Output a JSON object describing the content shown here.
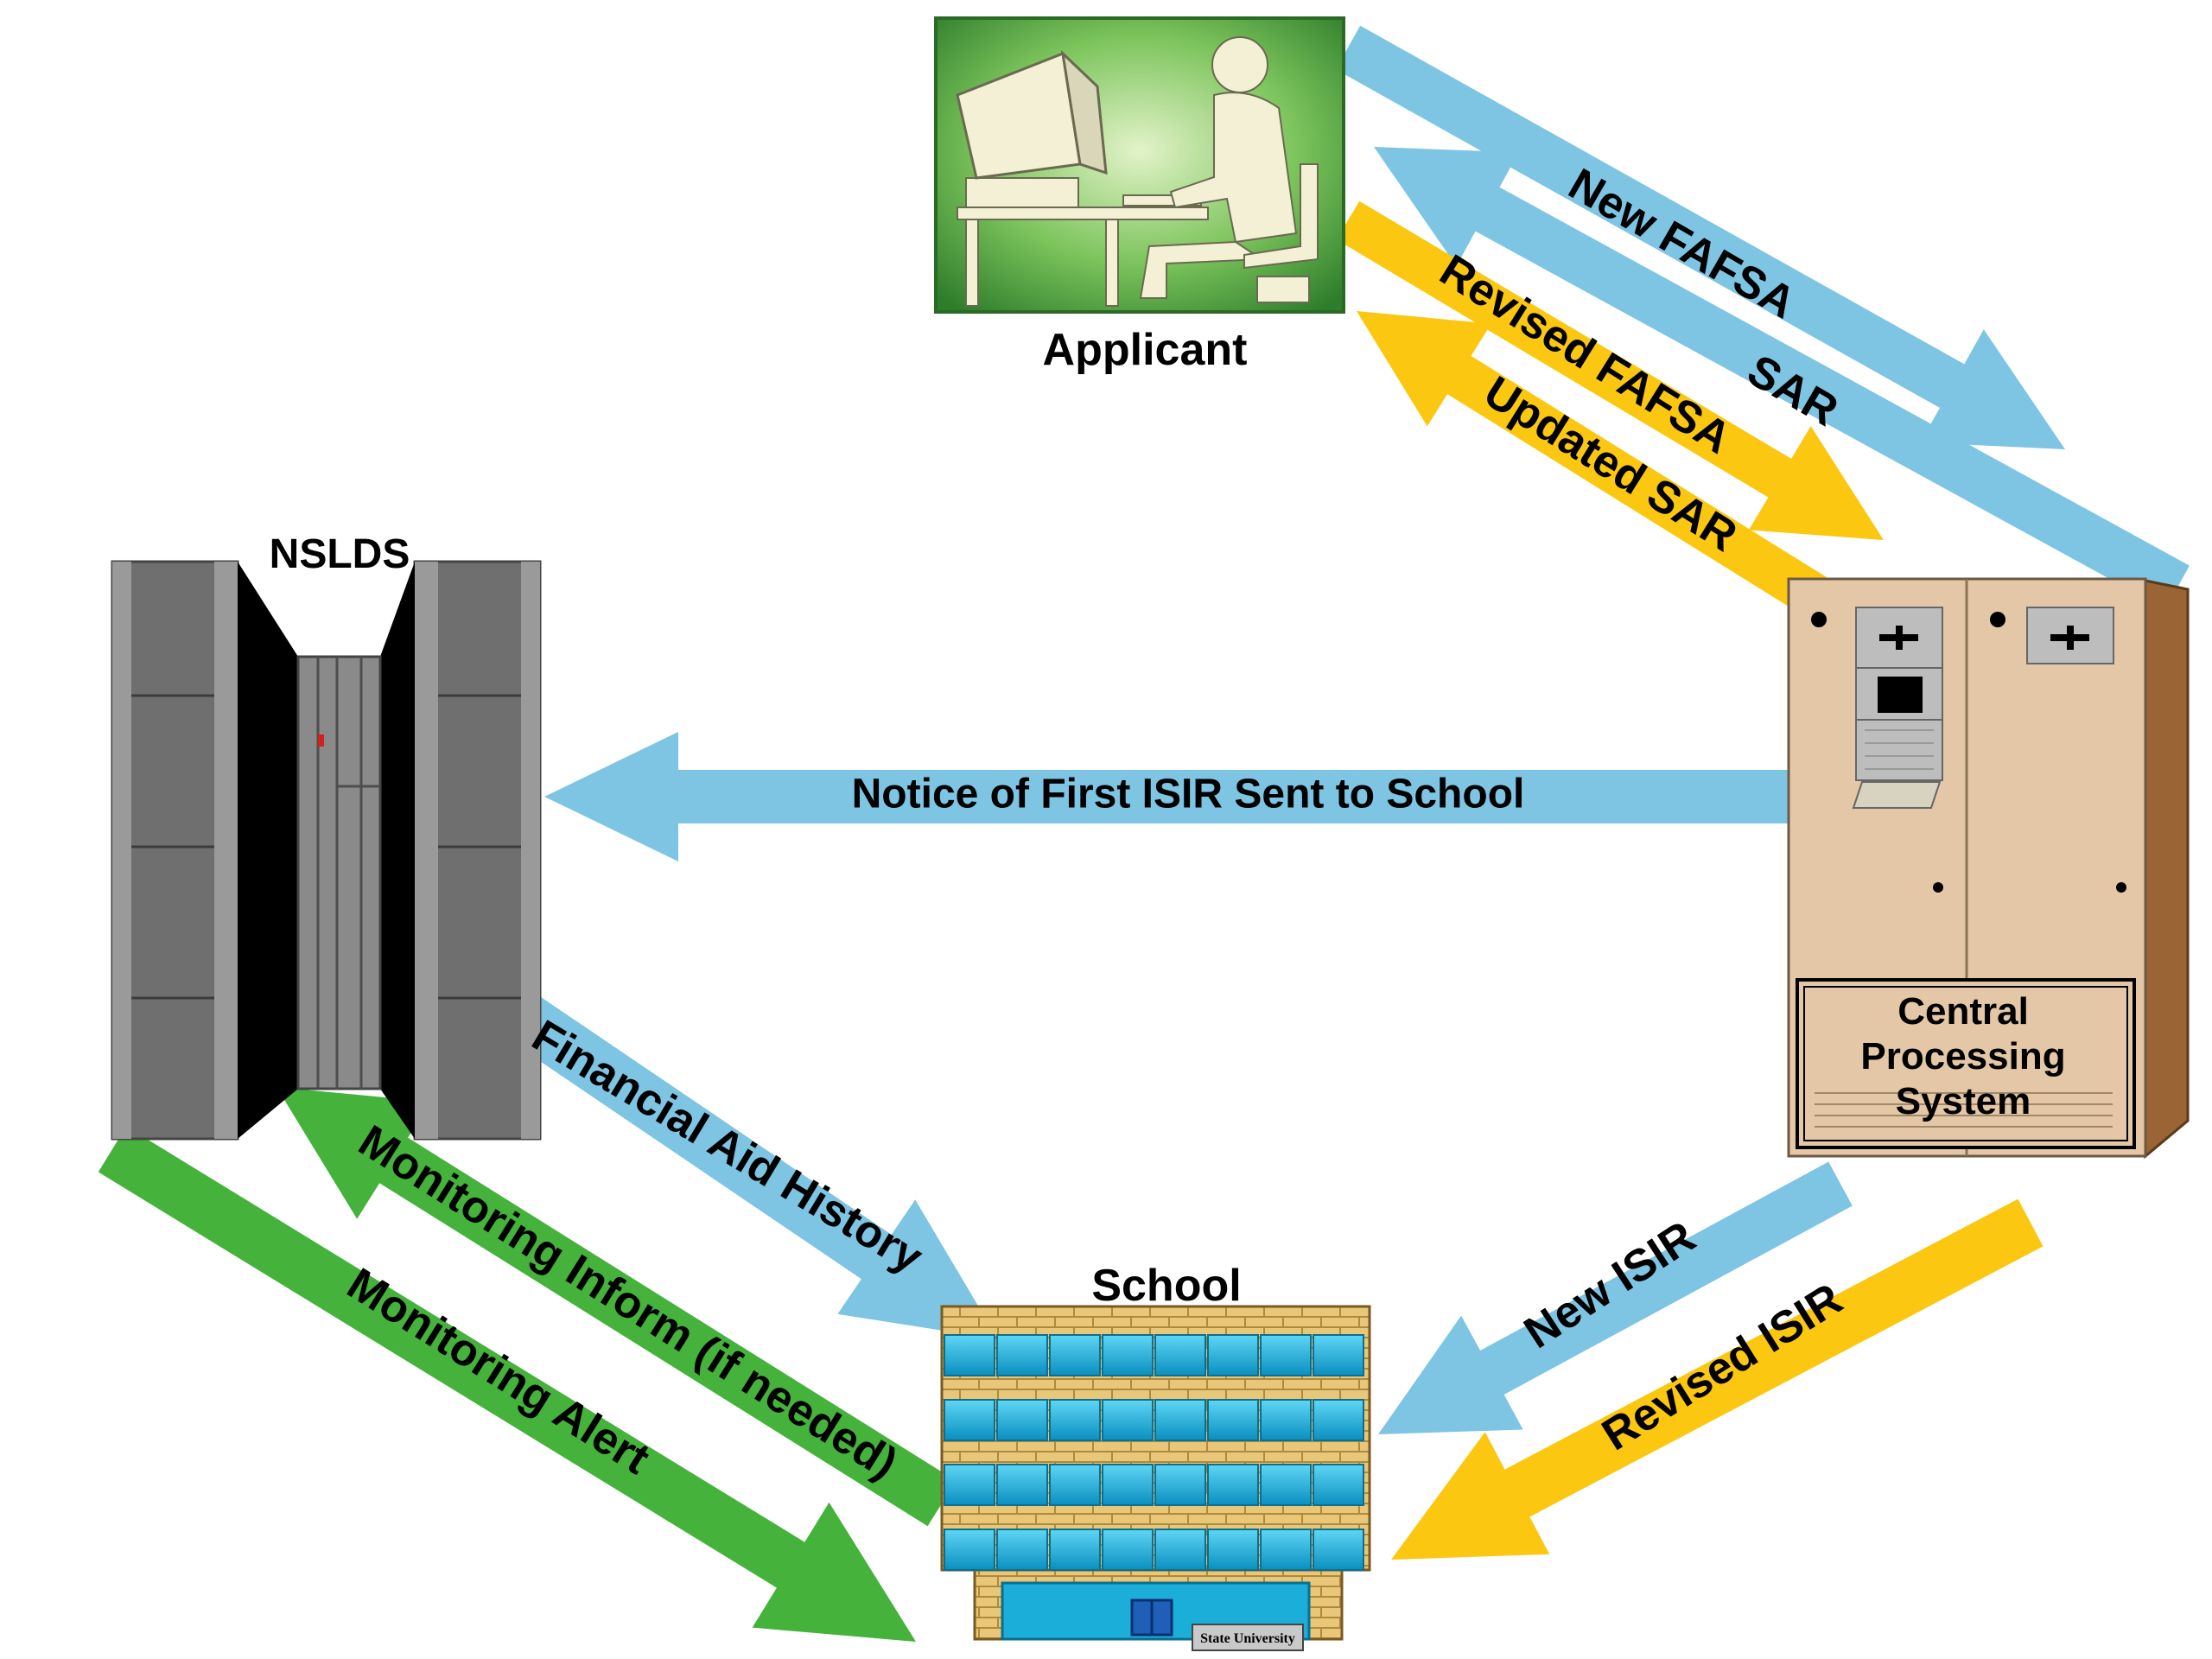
{
  "nodes": {
    "applicant": "Applicant",
    "nslds": "NSLDS",
    "cps": [
      "Central",
      "Processing",
      "System"
    ],
    "school": "School",
    "school_sign": "State University"
  },
  "flows": {
    "new_fafsa": "New FAFSA",
    "sar": "SAR",
    "revised_fafsa": "Revised FAFSA",
    "updated_sar": "Updated SAR",
    "notice_first_isir": "Notice of First ISIR Sent to School",
    "financial_aid_history": "Financial Aid History",
    "monitoring_inform": "Monitoring Inform (if needed)",
    "monitoring_alert": "Monitoring Alert",
    "new_isir": "New ISIR",
    "revised_isir": "Revised ISIR"
  },
  "colors": {
    "blue_arrow": "#7ec4e3",
    "yellow_arrow": "#fcc710",
    "green_arrow": "#45b23b",
    "applicant_bg": "#3f9a36",
    "cabinet": "#e3c7a6",
    "cabinet_side": "#9a6434",
    "server": "#6f6f6f",
    "building_brick": "#e8c77a",
    "building_window": "#1aaed8"
  },
  "icons": {
    "applicant": "person-at-computer-icon",
    "nslds": "mainframe-server-icon",
    "cps": "computer-cabinet-icon",
    "school": "school-building-icon"
  }
}
